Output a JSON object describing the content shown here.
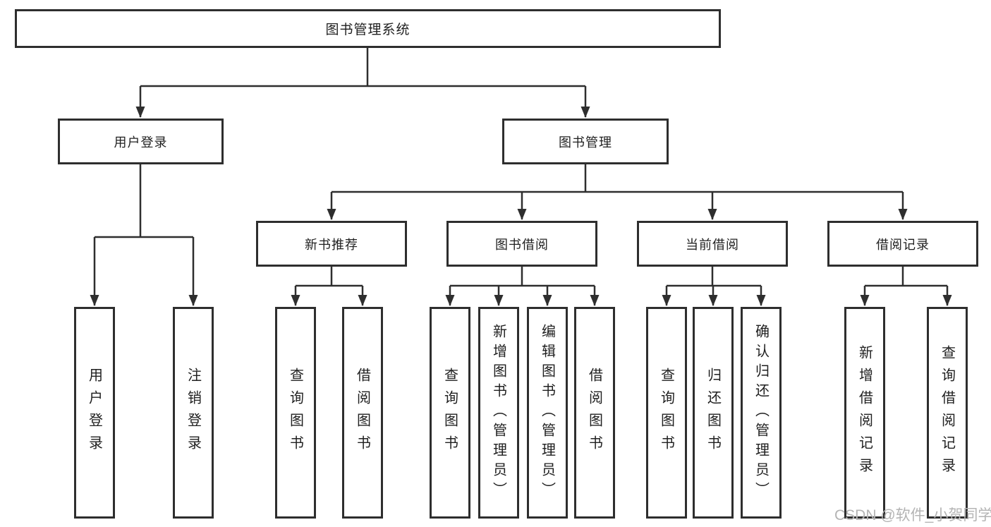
{
  "colors": {
    "background": "#ffffff",
    "line": "#2e2e2e",
    "text": "#1f1f1f",
    "watermark": "#b4b4b4"
  },
  "diagram": {
    "root": {
      "label": "图书管理系统"
    },
    "level2": [
      {
        "label": "用户登录"
      },
      {
        "label": "图书管理"
      }
    ],
    "level3": [
      {
        "label": "新书推荐"
      },
      {
        "label": "图书借阅"
      },
      {
        "label": "当前借阅"
      },
      {
        "label": "借阅记录"
      }
    ],
    "leaves": {
      "user_login": [
        "用户登录",
        "注销登录"
      ],
      "new_book_recommend": [
        "查询图书",
        "借阅图书"
      ],
      "book_borrow": [
        "查询图书",
        "新增图书（管理员）",
        "编辑图书（管理员）",
        "借阅图书"
      ],
      "current_borrow": [
        "查询图书",
        "归还图书",
        "确认归还（管理员）"
      ],
      "borrow_records": [
        "新增借阅记录",
        "查询借阅记录"
      ]
    }
  },
  "watermark": {
    "text": "CSDN @软件_小贺同学"
  }
}
